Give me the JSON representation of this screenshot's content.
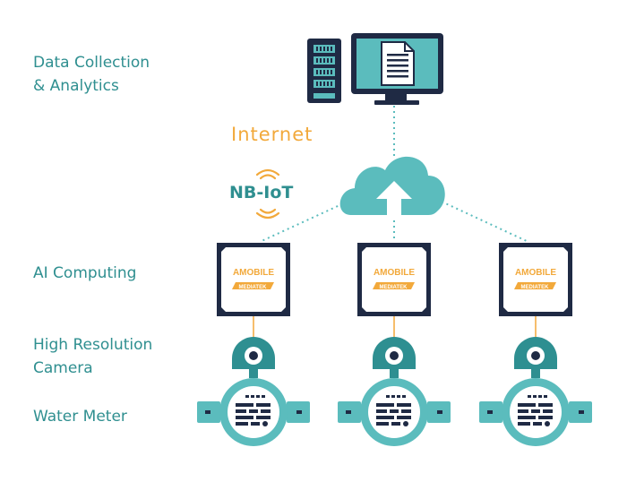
{
  "labels": {
    "data_collection": "Data Collection\n& Analytics",
    "ai_computing": "AI Computing",
    "camera": "High Resolution\nCamera",
    "water_meter": "Water Meter"
  },
  "network": {
    "internet": "Internet",
    "nbiot": "NB-IoT"
  },
  "chip": {
    "brand": "AMOBILE",
    "maker": "MEDIATEK"
  },
  "colors": {
    "teal": "#5bbcbd",
    "dark_teal": "#2e8f91",
    "navy": "#1f2a44",
    "orange": "#f2a93b",
    "dotted_line": "#5bbcbd"
  }
}
